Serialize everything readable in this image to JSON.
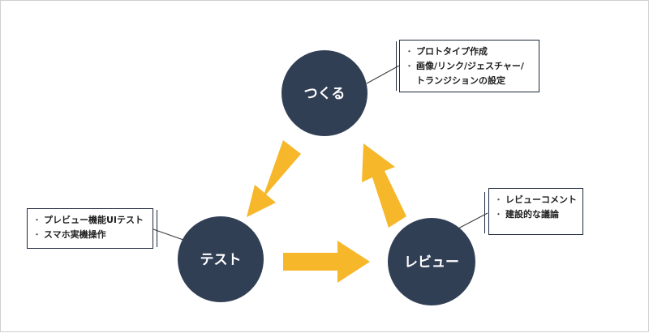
{
  "colors": {
    "node_fill": "#313f55",
    "arrow_fill": "#f6b72a",
    "connector": "#3a3a3a"
  },
  "nodes": {
    "make": {
      "label": "つくる"
    },
    "test": {
      "label": "テスト"
    },
    "review": {
      "label": "レビュー"
    }
  },
  "callouts": {
    "make": {
      "bullet": "・",
      "items": [
        "プロトタイプ作成",
        "画像/リンク/ジェスチャー/",
        "トランジションの設定"
      ]
    },
    "test": {
      "bullet": "・",
      "items": [
        "プレビュー機能UIテスト",
        "スマホ実機操作"
      ]
    },
    "review": {
      "bullet": "・",
      "items": [
        "レビューコメント",
        "建設的な議論"
      ]
    }
  }
}
